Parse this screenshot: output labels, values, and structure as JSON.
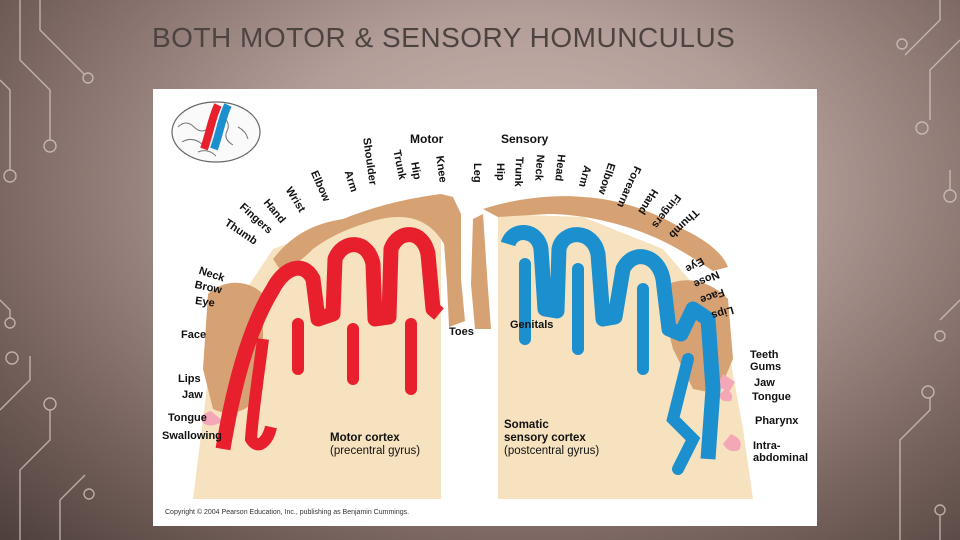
{
  "title": "BOTH MOTOR & SENSORY HOMUNCULUS",
  "colors": {
    "motor": "#e8202e",
    "sensory": "#1c8fcf",
    "cortex_tissue": "#f7e2bf",
    "body_figure": "#d6a273"
  },
  "headers": {
    "motor": "Motor",
    "sensory": "Sensory"
  },
  "motor_labels": {
    "shoulder": "Shoulder",
    "trunk": "Trunk",
    "hip": "Hip",
    "knee": "Knee",
    "arm": "Arm",
    "elbow": "Elbow",
    "wrist": "Wrist",
    "hand": "Hand",
    "fingers": "Fingers",
    "thumb": "Thumb",
    "neck": "Neck",
    "brow": "Brow",
    "eye": "Eye",
    "face": "Face",
    "lips": "Lips",
    "jaw": "Jaw",
    "tongue": "Tongue",
    "swallowing": "Swallowing",
    "toes": "Toes"
  },
  "sensory_labels": {
    "leg": "Leg",
    "hip": "Hip",
    "trunk": "Trunk",
    "neck": "Neck",
    "head": "Head",
    "arm": "Arm",
    "elbow": "Elbow",
    "forearm": "Forearm",
    "hand": "Hand",
    "fingers": "Fingers",
    "thumb": "Thumb",
    "eye": "Eye",
    "nose": "Nose",
    "face": "Face",
    "lips": "Lips",
    "teeth_gums": "Teeth\nGums",
    "jaw": "Jaw",
    "tongue": "Tongue",
    "pharynx": "Pharynx",
    "intra_abdominal": "Intra-\nabdominal",
    "genitals": "Genitals"
  },
  "cortex": {
    "motor_title": "Motor cortex",
    "motor_sub": "(precentral gyrus)",
    "sensory_title": "Somatic\nsensory cortex",
    "sensory_sub": "(postcentral gyrus)"
  },
  "copyright": "Copyright © 2004 Pearson Education, Inc., publishing as Benjamin Cummings."
}
